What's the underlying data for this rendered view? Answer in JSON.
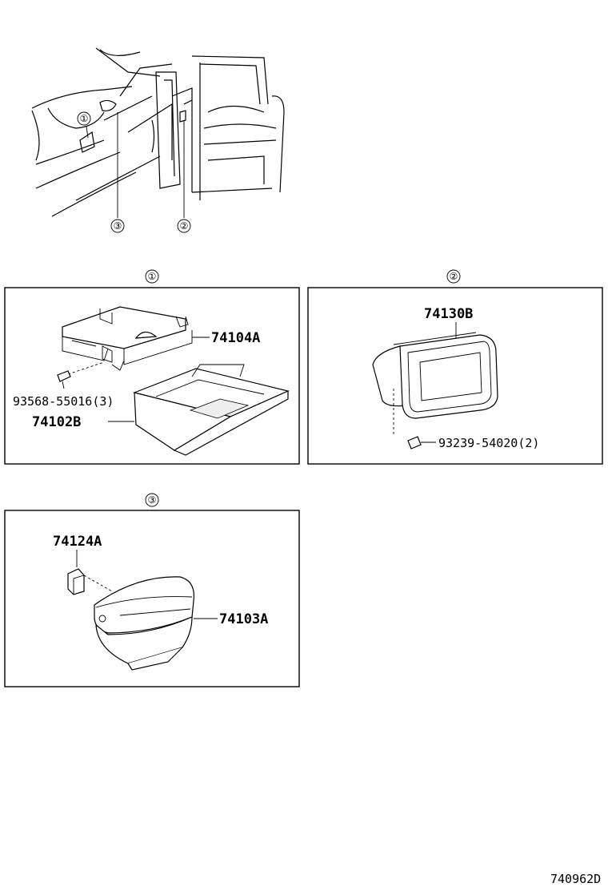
{
  "overview": {
    "callouts": [
      "①",
      "②",
      "③"
    ]
  },
  "panels": [
    {
      "marker": "①",
      "parts": [
        "74104A",
        "93568-55016(3)",
        "74102B"
      ]
    },
    {
      "marker": "②",
      "parts": [
        "74130B",
        "93239-54020(2)"
      ]
    },
    {
      "marker": "③",
      "parts": [
        "74124A",
        "74103A"
      ]
    }
  ],
  "drawing_code": "740962D"
}
